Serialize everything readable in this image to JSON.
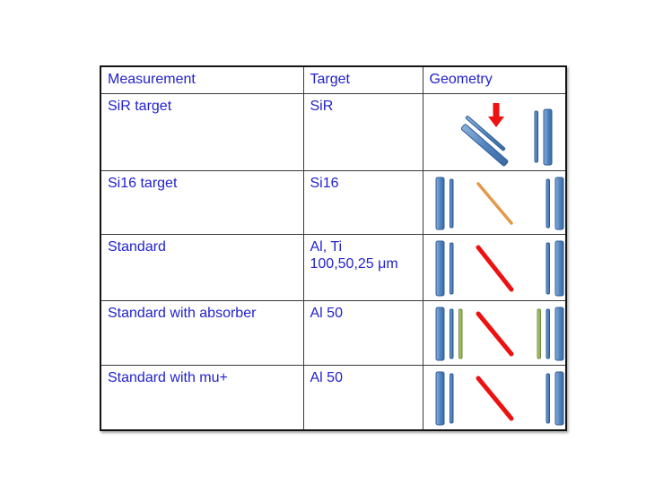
{
  "slide": {
    "background": "#ffffff",
    "text_color": "#2222cc"
  },
  "table": {
    "columns": [
      "Measurement",
      "Target",
      "Geometry"
    ],
    "rows": [
      {
        "measurement": "SiR target",
        "target": "SiR",
        "geometry": {
          "icon": "tilted-target-with-beam-arrow",
          "tilted_target": true,
          "beam_arrow": true,
          "beam_line": null,
          "left_bars": [],
          "right_bars": [
            {
              "size": "thin",
              "color": "blue"
            },
            {
              "size": "thick",
              "color": "blue"
            }
          ]
        }
      },
      {
        "measurement": "Si16 target",
        "target": "Si16",
        "geometry": {
          "icon": "straight-target-orange-beam",
          "tilted_target": false,
          "beam_arrow": false,
          "beam_line": {
            "color": "orange",
            "width": 3.5
          },
          "left_bars": [
            {
              "size": "thick",
              "color": "blue"
            },
            {
              "size": "thin",
              "color": "blue"
            }
          ],
          "right_bars": [
            {
              "size": "thin",
              "color": "blue"
            },
            {
              "size": "thick",
              "color": "blue"
            }
          ]
        }
      },
      {
        "measurement": "Standard",
        "target": "Al, Ti\n100,50,25 μm",
        "geometry": {
          "icon": "standard-target-red-beam",
          "tilted_target": false,
          "beam_arrow": false,
          "beam_line": {
            "color": "red",
            "width": 5
          },
          "left_bars": [
            {
              "size": "thick",
              "color": "blue"
            },
            {
              "size": "thin",
              "color": "blue"
            }
          ],
          "right_bars": [
            {
              "size": "thin",
              "color": "blue"
            },
            {
              "size": "thick",
              "color": "blue"
            }
          ]
        }
      },
      {
        "measurement": "Standard with absorber",
        "target": "Al 50",
        "geometry": {
          "icon": "standard-target-with-absorber-red-beam",
          "tilted_target": false,
          "beam_arrow": false,
          "beam_line": {
            "color": "red",
            "width": 5
          },
          "left_bars": [
            {
              "size": "thick",
              "color": "blue"
            },
            {
              "size": "thin",
              "color": "blue"
            },
            {
              "size": "thin",
              "color": "green"
            }
          ],
          "right_bars": [
            {
              "size": "thin",
              "color": "green"
            },
            {
              "size": "thin",
              "color": "blue"
            },
            {
              "size": "thick",
              "color": "blue"
            }
          ]
        }
      },
      {
        "measurement": "Standard with mu+",
        "target": "Al 50",
        "geometry": {
          "icon": "standard-target-mu-plus-red-beam",
          "tilted_target": false,
          "beam_arrow": false,
          "beam_line": {
            "color": "red",
            "width": 5
          },
          "left_bars": [
            {
              "size": "thick",
              "color": "blue"
            },
            {
              "size": "thin",
              "color": "blue"
            }
          ],
          "right_bars": [
            {
              "size": "thin",
              "color": "blue"
            },
            {
              "size": "thick",
              "color": "blue"
            }
          ]
        }
      }
    ]
  },
  "palette": {
    "blue": "#4f81bd",
    "blue_light": "#8cb0da",
    "blue_dark": "#3d6ba3",
    "blue_stroke": "#2e5c94",
    "green": "#9bbb59",
    "green_light": "#bcd389",
    "green_dark": "#87a349",
    "green_stroke": "#71893f",
    "red": "#ee1111",
    "orange": "#e29a49"
  }
}
